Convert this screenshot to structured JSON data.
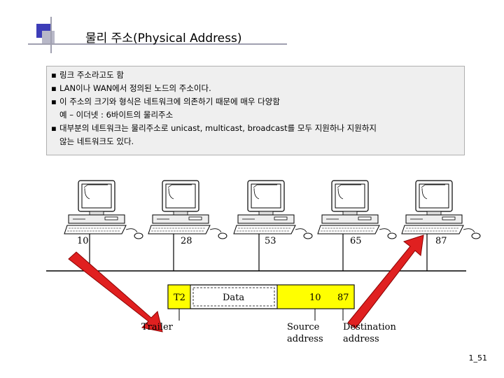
{
  "slide": {
    "title": "물리 주소(Physical Address)",
    "bullets": [
      "링크 주소라고도 함",
      "LAN이나 WAN에서 정의된 노드의 주소이다.",
      "이 주소의 크기와 형식은 네트워크에 의존하기 때문에 매우 다양함"
    ],
    "sub_line": "예 – 이더넷 : 6바이트의 물리주소",
    "bullet4_line1": "대부분의 네트워크는 물리주소로 unicast, multicast, broadcast를 모두 지원하나 지원하지",
    "bullet4_line2": "않는 네트워크도 있다.",
    "page_number": "1_51"
  },
  "diagram": {
    "node_addresses": [
      "10",
      "28",
      "53",
      "65",
      "87"
    ],
    "frame_fields": {
      "trailer": "T2",
      "data": "Data",
      "source": "10",
      "destination": "87"
    },
    "labels": {
      "trailer": "Trailer",
      "source_line1": "Source",
      "source_line2": "address",
      "dest_line1": "Destination",
      "dest_line2": "address"
    },
    "colors": {
      "arrow": "#e02020",
      "frame_header": "#ffff00",
      "link_line": "#000000"
    },
    "icons": [
      "computer-icon"
    ]
  }
}
